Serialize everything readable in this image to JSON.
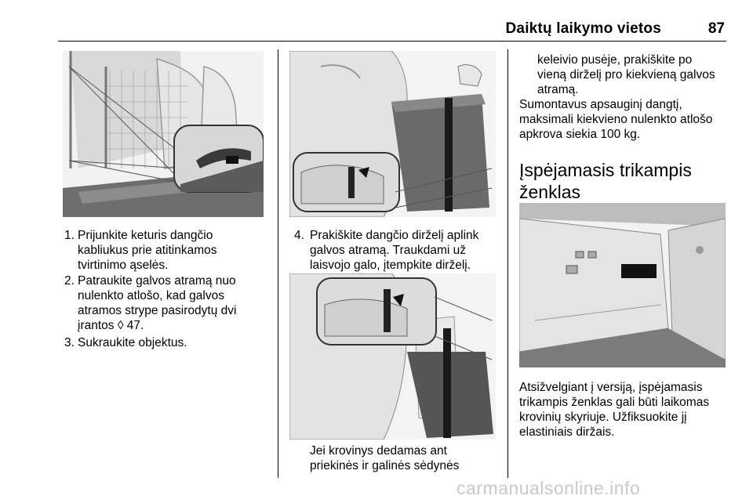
{
  "header": {
    "title": "Daiktų laikymo vietos",
    "page_number": "87"
  },
  "column1": {
    "steps": [
      {
        "num": "1.",
        "lines": [
          "Prijunkite keturis dangčio",
          "kabliukus prie atitinkamos",
          "tvirtinimo ąselės."
        ]
      },
      {
        "num": "2.",
        "lines": [
          "Patraukite galvos atramą nuo",
          "nulenkto atlošo, kad galvos",
          "atramos strype pasirodytų dvi",
          "įrantos ◊ 47."
        ]
      },
      {
        "num": "3.",
        "lines": [
          "Sukraukite objektus."
        ]
      }
    ]
  },
  "column2": {
    "step4": {
      "num": "4.",
      "lines": [
        "Prakiškite dangčio dirželį aplink",
        "galvos atramą. Traukdami už",
        "laisvojo galo, įtempkite dirželį."
      ]
    },
    "continuation": [
      "Jei krovinys dedamas ant",
      "priekinės ir galinės sėdynės"
    ]
  },
  "column3": {
    "continuation": [
      "keleivio pusėje, prakiškite po",
      "vieną dirželį pro kiekvieną galvos",
      "atramą."
    ],
    "paragraph1": [
      "Sumontavus apsauginį dangtį,",
      "maksimali kiekvieno nulenkto atlošo",
      "apkrova siekia 100 kg."
    ],
    "heading": [
      "Įspėjamasis trikampis",
      "ženklas"
    ],
    "paragraph2": [
      "Atsižvelgiant į versiją, įspėjamasis",
      "trikampis ženklas gali būti laikomas",
      "krovinių skyriuje. Užfiksuokite jį",
      "elastiniais diržais."
    ]
  },
  "watermark": "carmanualsonline.info"
}
